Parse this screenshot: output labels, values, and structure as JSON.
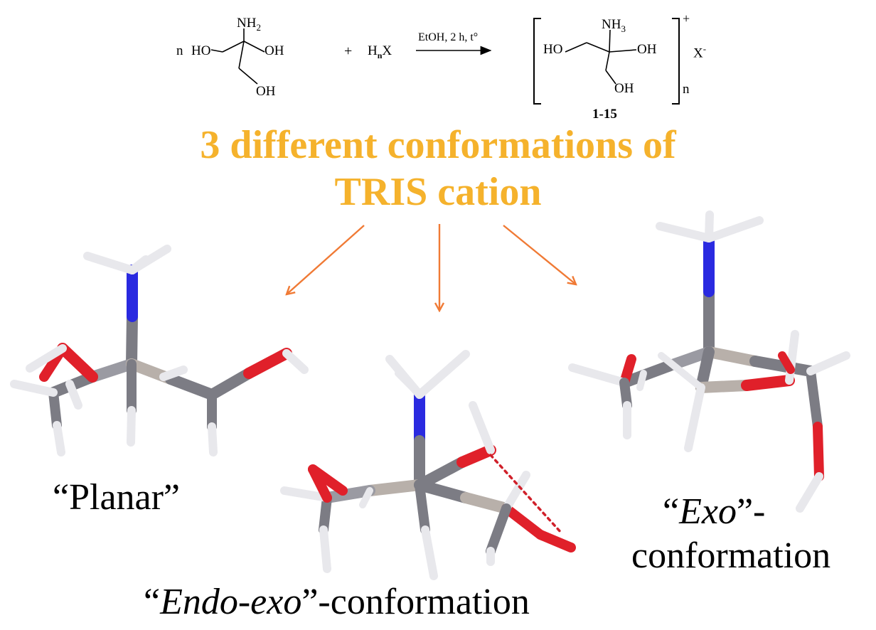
{
  "reaction": {
    "coefficient": "n",
    "reactant": {
      "nh2": "NH",
      "nh2_sub": "2",
      "ho_left": "HO",
      "oh_right": "OH",
      "oh_bottom": "OH"
    },
    "plus": "+",
    "acid": {
      "h": "H",
      "n_sub": "n",
      "x": "X"
    },
    "conditions": "EtOH, 2 h, t°",
    "product": {
      "nh3": "NH",
      "nh3_sub": "3",
      "ho_left": "HO",
      "oh_right": "OH",
      "oh_bottom": "OH",
      "charge": "+",
      "counterion": "X",
      "counterion_charge": "-",
      "multiplier": "n",
      "compound_numbers": "1-15"
    }
  },
  "headline": {
    "line1": "3 different conformations of",
    "line2": "TRIS cation"
  },
  "conformations": {
    "planar": {
      "label": "“Planar”"
    },
    "endo_exo": {
      "open_quote": "“",
      "italic": "Endo-exo",
      "rest": "”-conformation"
    },
    "exo": {
      "open_quote": "“",
      "italic": "Exo",
      "rest": "”-",
      "line2": "conformation"
    }
  },
  "colors": {
    "headline": "#F5B22C",
    "arrows": "#F07A35",
    "nitrogen": "#2A2AE0",
    "oxygen": "#E0202A",
    "carbon": "#7C7C84",
    "hydrogen": "#E8E8EC",
    "hbond": "#D0202A"
  }
}
